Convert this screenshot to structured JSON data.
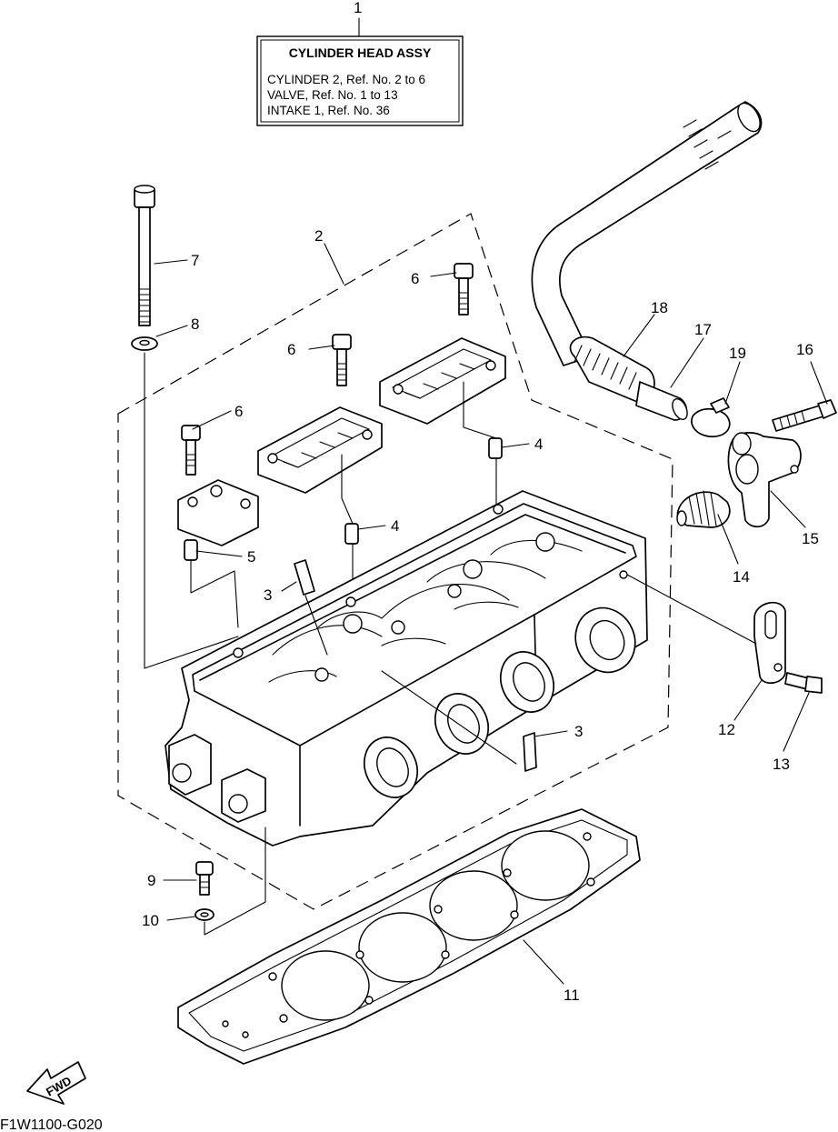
{
  "assembly_box": {
    "title": "CYLINDER HEAD ASSY",
    "lines": [
      "CYLINDER 2, Ref. No. 2 to 6",
      "VALVE, Ref. No. 1 to 13",
      "INTAKE 1, Ref. No. 36"
    ]
  },
  "callouts": {
    "c1": "1",
    "c2": "2",
    "c3a": "3",
    "c3b": "3",
    "c4a": "4",
    "c4b": "4",
    "c5": "5",
    "c6a": "6",
    "c6b": "6",
    "c6c": "6",
    "c7": "7",
    "c8": "8",
    "c9": "9",
    "c10": "10",
    "c11": "11",
    "c12": "12",
    "c13": "13",
    "c14": "14",
    "c15": "15",
    "c16": "16",
    "c17": "17",
    "c18": "18",
    "c19": "19"
  },
  "fwd_label": "FWD",
  "diagram_code": "F1W1100-G020"
}
